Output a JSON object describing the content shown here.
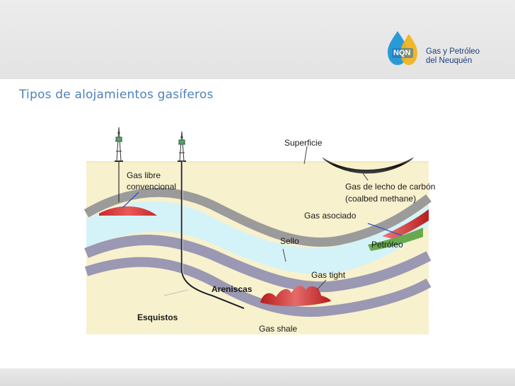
{
  "title": "Tipos de alojamientos gasíferos",
  "logo": {
    "badge": "NQN",
    "name_line1": "Gas y Petróleo",
    "name_line2": "del Neuquén",
    "colors": {
      "drop_blue": "#2a9ad6",
      "drop_yellow": "#f2b21a",
      "text": "#1f3f7a"
    }
  },
  "labels": {
    "superficie": "Superficie",
    "gas_libre_line1": "Gas libre",
    "gas_libre_line2": "convencional",
    "gas_lecho_line1": "Gas de lecho de carbón",
    "gas_lecho_line2": "(coalbed methane)",
    "gas_asociado": "Gas asociado",
    "sello": "Sello",
    "petroleo": "Petróleo",
    "gas_tight": "Gas tight",
    "areniscas": "Areniscas",
    "esquistos": "Esquistos",
    "gas_shale": "Gas shale"
  },
  "colors": {
    "title": "#4f81bd",
    "surface": "#f8f1cd",
    "water_layer": "#d4f3f8",
    "seal_layer": "#9b9b9b",
    "shale_layer": "#9a98b2",
    "gas": "#c62828",
    "oil": "#6aa84f",
    "coal": "#2b2b2b",
    "pointer": "#2f55c8"
  }
}
